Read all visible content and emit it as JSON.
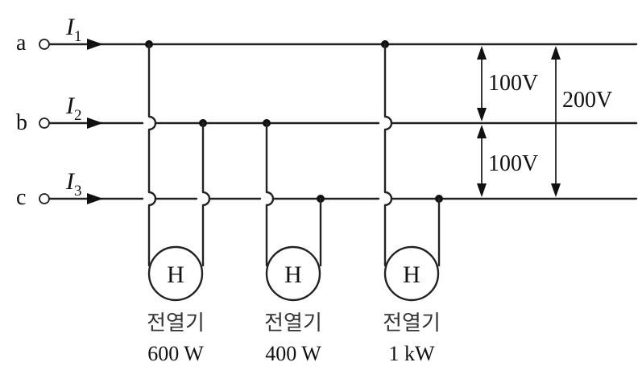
{
  "lines": [
    {
      "node": "a",
      "current": "I",
      "current_sub": "1"
    },
    {
      "node": "b",
      "current": "I",
      "current_sub": "2"
    },
    {
      "node": "c",
      "current": "I",
      "current_sub": "3"
    }
  ],
  "voltages": {
    "ab": "100V",
    "bc": "100V",
    "ac": "200V"
  },
  "heaters": [
    {
      "symbol": "H",
      "name": "전열기",
      "power": "600 W"
    },
    {
      "symbol": "H",
      "name": "전열기",
      "power": "400 W"
    },
    {
      "symbol": "H",
      "name": "전열기",
      "power": "1 kW"
    }
  ]
}
